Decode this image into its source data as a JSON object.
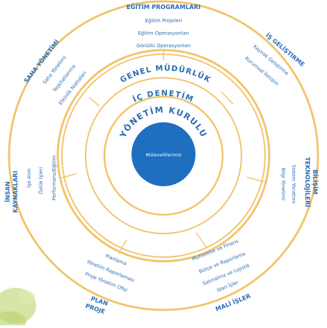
{
  "center": {
    "label": "Mütevellilerimiz"
  },
  "rings": {
    "yonetim_kurulu": "YÖNETİM KURULU",
    "ic_denetim": "İÇ DENETİM",
    "genel_mudurluk": "GENEL MÜDÜRLÜK"
  },
  "sections": {
    "egitim": {
      "title": "EĞİTİM PROGRAMLARI",
      "items": [
        "Eğitim Projeleri",
        "Eğitim Operasyonları",
        "Gönüllü Operasyonları"
      ]
    },
    "is_gelistirme": {
      "title": "İŞ GELİŞTİRME",
      "items": [
        "Kaynak Geliştirme",
        "Kurumsal İletişim"
      ]
    },
    "bilisim": {
      "title_lines": [
        "BİLİŞİM",
        "TEKNOLOJİLERİ"
      ],
      "items": [
        "Sistem Yönetimi",
        "Bilgi Yönetimi"
      ]
    },
    "mali": {
      "title": "MALİ İŞLER",
      "items": [
        "Muhasebe ve Finans",
        "Bütçe ve Raporlama",
        "Satınalma ve Lojistik",
        "İdari İşler"
      ]
    },
    "plan_proje": {
      "title_lines": [
        "PLAN",
        "PROJE"
      ],
      "items": [
        "Planlama",
        "Yönetim Raporlaması",
        "Proje Yönetim Ofisi"
      ]
    },
    "insan": {
      "title_lines": [
        "İNSAN",
        "KAYNAKLARI"
      ],
      "items": [
        "İşe Alım",
        "Özlük İşleri",
        "Performans/Eğitim"
      ]
    },
    "saha": {
      "title": "SAHA YÖNETİMİ",
      "items": [
        "Saha Yönetimi",
        "Teşkilatlanma",
        "Etkinlik Noktaları"
      ]
    }
  },
  "colors": {
    "ring": "#f2c46b",
    "center_fill": "#1f6fc0",
    "text": "#2b6db3",
    "deco": "#c9dc8a"
  }
}
